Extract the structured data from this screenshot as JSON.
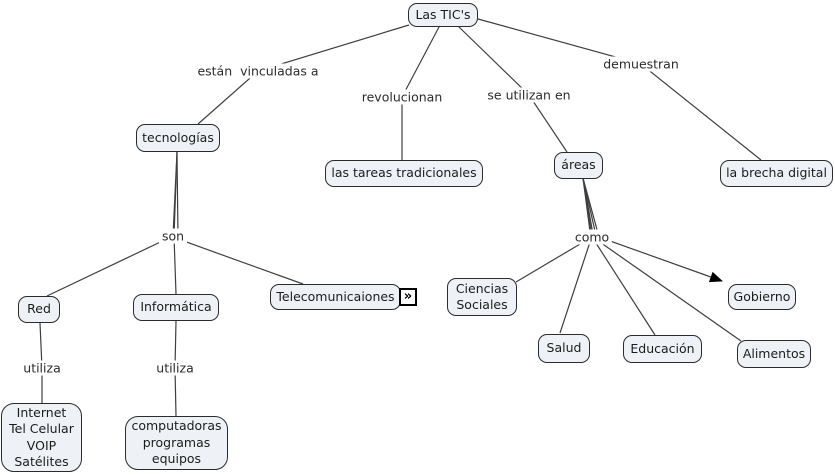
{
  "diagram": {
    "type": "concept-map",
    "root_concept": "Las TIC's"
  },
  "colors": {
    "background": "#ffffff",
    "node_fill": "#eef2f6",
    "node_border": "#2b2b2b",
    "line": "#3f3f3f",
    "text": "#1c1c1c"
  },
  "nodes": [
    {
      "id": "las-tics",
      "label": "Las TIC's"
    },
    {
      "id": "tecnologias",
      "label": "tecnologías"
    },
    {
      "id": "tareas-tradicionales",
      "label": "las tareas tradicionales"
    },
    {
      "id": "areas",
      "label": "áreas"
    },
    {
      "id": "brecha-digital",
      "label": "la brecha digital"
    },
    {
      "id": "red",
      "label": "Red"
    },
    {
      "id": "informatica",
      "label": "Informática"
    },
    {
      "id": "telecomunicaiones",
      "label": "Telecomunicaiones"
    },
    {
      "id": "internet-lista",
      "label": "Internet\nTel Celular\nVOIP\nSatélites"
    },
    {
      "id": "computadoras-lista",
      "label": "computadoras\nprogramas\nequipos"
    },
    {
      "id": "ciencias-sociales",
      "label": "Ciencias\nSociales"
    },
    {
      "id": "salud",
      "label": "Salud"
    },
    {
      "id": "educacion",
      "label": "Educación"
    },
    {
      "id": "alimentos",
      "label": "Alimentos"
    },
    {
      "id": "gobierno",
      "label": "Gobierno"
    }
  ],
  "linking_phrases": [
    {
      "id": "estan-vinculadas-a",
      "text": "están  vinculadas a"
    },
    {
      "id": "revolucionan",
      "text": "revolucionan"
    },
    {
      "id": "se-utilizan-en",
      "text": "se utilizan en"
    },
    {
      "id": "demuestran",
      "text": "demuestran"
    },
    {
      "id": "son",
      "text": "son"
    },
    {
      "id": "utiliza-red",
      "text": "utiliza"
    },
    {
      "id": "utiliza-informatica",
      "text": "utiliza"
    },
    {
      "id": "como",
      "text": "como"
    }
  ],
  "icons": [
    {
      "name": "resource-link-icon",
      "glyph": "»",
      "attached_to": "Telecomunicaiones"
    }
  ],
  "relations": [
    {
      "from": "Las TIC's",
      "phrase": "están vinculadas a",
      "to": "tecnologías"
    },
    {
      "from": "Las TIC's",
      "phrase": "revolucionan",
      "to": "las tareas tradicionales"
    },
    {
      "from": "Las TIC's",
      "phrase": "se utilizan en",
      "to": "áreas"
    },
    {
      "from": "Las TIC's",
      "phrase": "demuestran",
      "to": "la brecha digital"
    },
    {
      "from": "tecnologías",
      "phrase": "son",
      "to": "Red"
    },
    {
      "from": "tecnologías",
      "phrase": "son",
      "to": "Informática"
    },
    {
      "from": "tecnologías",
      "phrase": "son",
      "to": "Telecomunicaiones"
    },
    {
      "from": "Red",
      "phrase": "utiliza",
      "to": "Internet Tel Celular VOIP Satélites"
    },
    {
      "from": "Informática",
      "phrase": "utiliza",
      "to": "computadoras programas equipos"
    },
    {
      "from": "áreas",
      "phrase": "como",
      "to": "Ciencias Sociales"
    },
    {
      "from": "áreas",
      "phrase": "como",
      "to": "Salud"
    },
    {
      "from": "áreas",
      "phrase": "como",
      "to": "Educación"
    },
    {
      "from": "áreas",
      "phrase": "como",
      "to": "Alimentos"
    },
    {
      "from": "áreas",
      "phrase": "como",
      "to": "Gobierno",
      "arrow": true
    }
  ]
}
